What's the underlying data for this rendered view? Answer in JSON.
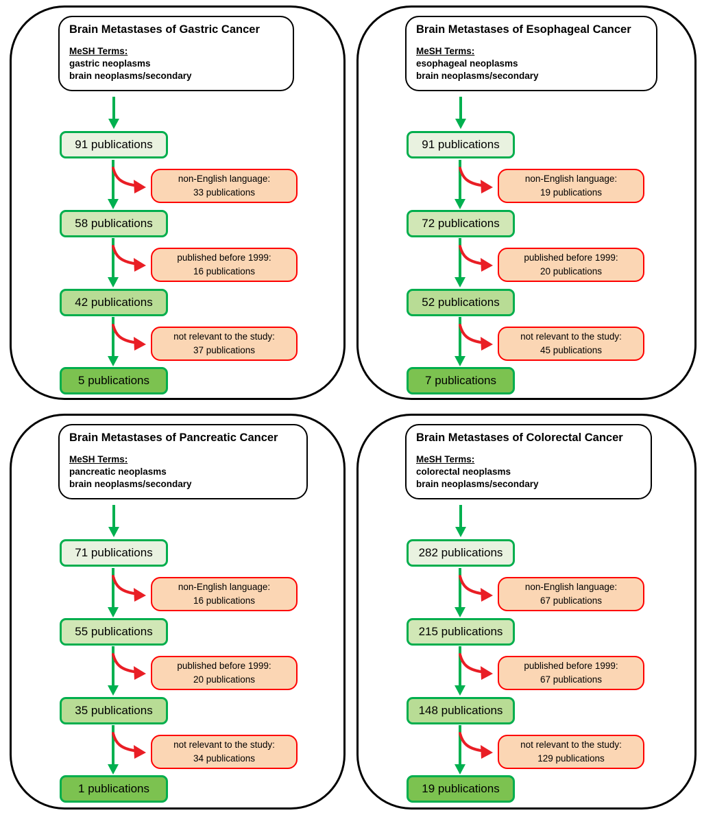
{
  "colors": {
    "panel_border": "#000000",
    "green_border": "#00ae4d",
    "arrow_green": "#00b04f",
    "red_border": "#fe0000",
    "arrow_red": "#e91e25",
    "exclusion_fill": "#fbd6b4",
    "stage_fills": [
      "#e9f2e0",
      "#d1e7b6",
      "#b8dc95",
      "#7cc250"
    ]
  },
  "panels": [
    {
      "title": "Brain Metastases of Gastric Cancer",
      "mesh_label": "MeSH Terms:",
      "mesh_terms": [
        "gastric neoplasms",
        "brain neoplasms/secondary"
      ],
      "stages": [
        "91 publications",
        "58 publications",
        "42 publications",
        "5 publications"
      ],
      "exclusions": [
        {
          "reason": "non-English language:",
          "count": "33 publications"
        },
        {
          "reason": "published before 1999:",
          "count": "16 publications"
        },
        {
          "reason": "not relevant to the study:",
          "count": "37 publications"
        }
      ]
    },
    {
      "title": "Brain Metastases of Esophageal Cancer",
      "mesh_label": "MeSH Terms:",
      "mesh_terms": [
        "esophageal neoplasms",
        "brain neoplasms/secondary"
      ],
      "stages": [
        "91 publications",
        "72 publications",
        "52 publications",
        "7 publications"
      ],
      "exclusions": [
        {
          "reason": "non-English language:",
          "count": "19 publications"
        },
        {
          "reason": "published before 1999:",
          "count": "20 publications"
        },
        {
          "reason": "not relevant to the study:",
          "count": "45 publications"
        }
      ]
    },
    {
      "title": "Brain Metastases of Pancreatic Cancer",
      "mesh_label": "MeSH Terms:",
      "mesh_terms": [
        "pancreatic neoplasms",
        "brain neoplasms/secondary"
      ],
      "stages": [
        "71 publications",
        "55 publications",
        "35 publications",
        "1 publications"
      ],
      "exclusions": [
        {
          "reason": "non-English language:",
          "count": "16 publications"
        },
        {
          "reason": "published before 1999:",
          "count": "20 publications"
        },
        {
          "reason": "not relevant to the study:",
          "count": "34 publications"
        }
      ]
    },
    {
      "title": "Brain Metastases of Colorectal Cancer",
      "mesh_label": "MeSH Terms:",
      "mesh_terms": [
        "colorectal neoplasms",
        "brain neoplasms/secondary"
      ],
      "stages": [
        "282 publications",
        "215 publications",
        "148 publications",
        "19 publications"
      ],
      "exclusions": [
        {
          "reason": "non-English language:",
          "count": "67 publications"
        },
        {
          "reason": "published before 1999:",
          "count": "67 publications"
        },
        {
          "reason": "not relevant to the study:",
          "count": "129 publications"
        }
      ]
    }
  ]
}
